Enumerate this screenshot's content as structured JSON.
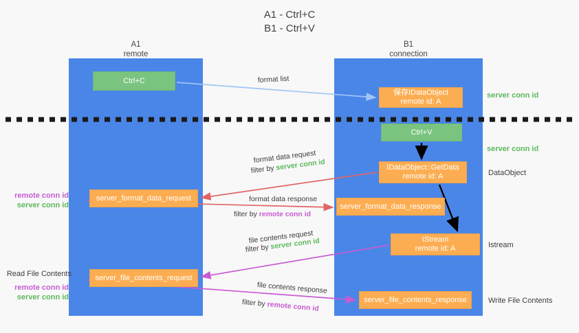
{
  "title": {
    "line1": "A1 - Ctrl+C",
    "line2": "B1 - Ctrl+V"
  },
  "lanes": [
    {
      "id": "a1",
      "name": "A1",
      "subtitle": "remote"
    },
    {
      "id": "b1",
      "name": "B1",
      "subtitle": "connection"
    }
  ],
  "boxes": {
    "ctrl_c": {
      "label": "Ctrl+C",
      "color": "#7ac47f"
    },
    "save_dataobject": {
      "line1": "保存IDataObject",
      "line2": "remote id: A",
      "color": "#fcad51"
    },
    "ctrl_v": {
      "label": "Ctrl+V",
      "color": "#7ac47f"
    },
    "getdata": {
      "line1": "IDataObject::GetData",
      "line2": "remote id: A",
      "color": "#fcad51"
    },
    "server_format_data_request": {
      "label": "server_format_data_request",
      "color": "#fcad51"
    },
    "server_format_data_response": {
      "label": "server_format_data_response",
      "color": "#fcad51"
    },
    "istream": {
      "line1": "IStream",
      "line2": "remote id: A",
      "color": "#fcad51"
    },
    "server_file_contents_request": {
      "label": "server_file_contents_request",
      "color": "#fcad51"
    },
    "server_file_contents_response": {
      "label": "server_file_contents_response",
      "color": "#fcad51"
    }
  },
  "annotations": {
    "format_list": "format list",
    "format_data_request": "format data request",
    "format_data_request_filter_prefix": "filter by ",
    "format_data_request_filter_value": "server conn id",
    "format_data_response": "format data response",
    "format_data_response_filter_prefix": "filter by ",
    "format_data_response_filter_value": "remote conn id",
    "file_contents_request": "file contents request",
    "file_contents_request_filter_prefix": "filter by ",
    "file_contents_request_filter_value": "server conn id",
    "file_contents_response": "file contents response",
    "file_contents_response_filter_prefix": "filter by ",
    "file_contents_response_filter_value": "remote conn id"
  },
  "side_labels": {
    "server_conn_id_top": "server conn id",
    "server_conn_id_mid": "server conn id",
    "dataobject": "DataObject",
    "istream": "Istream",
    "write_file_contents": "Write File Contents",
    "read_file_contents": "Read File Contents",
    "remote_conn_id_a": "remote conn id",
    "server_conn_id_a": "server conn id",
    "remote_conn_id_b": "remote conn id",
    "server_conn_id_b": "server conn id"
  },
  "colors": {
    "lane_blue": "#4a86e8",
    "box_green": "#7ac47f",
    "box_orange": "#fcad51",
    "server_green_text": "#5cb85c",
    "remote_magenta_text": "#c75cd2",
    "arrow_lightblue": "#9fc5f8",
    "arrow_red": "#e06666",
    "arrow_magenta": "#c75cd2",
    "arrow_black": "#000000",
    "background": "#f8f8f8"
  }
}
